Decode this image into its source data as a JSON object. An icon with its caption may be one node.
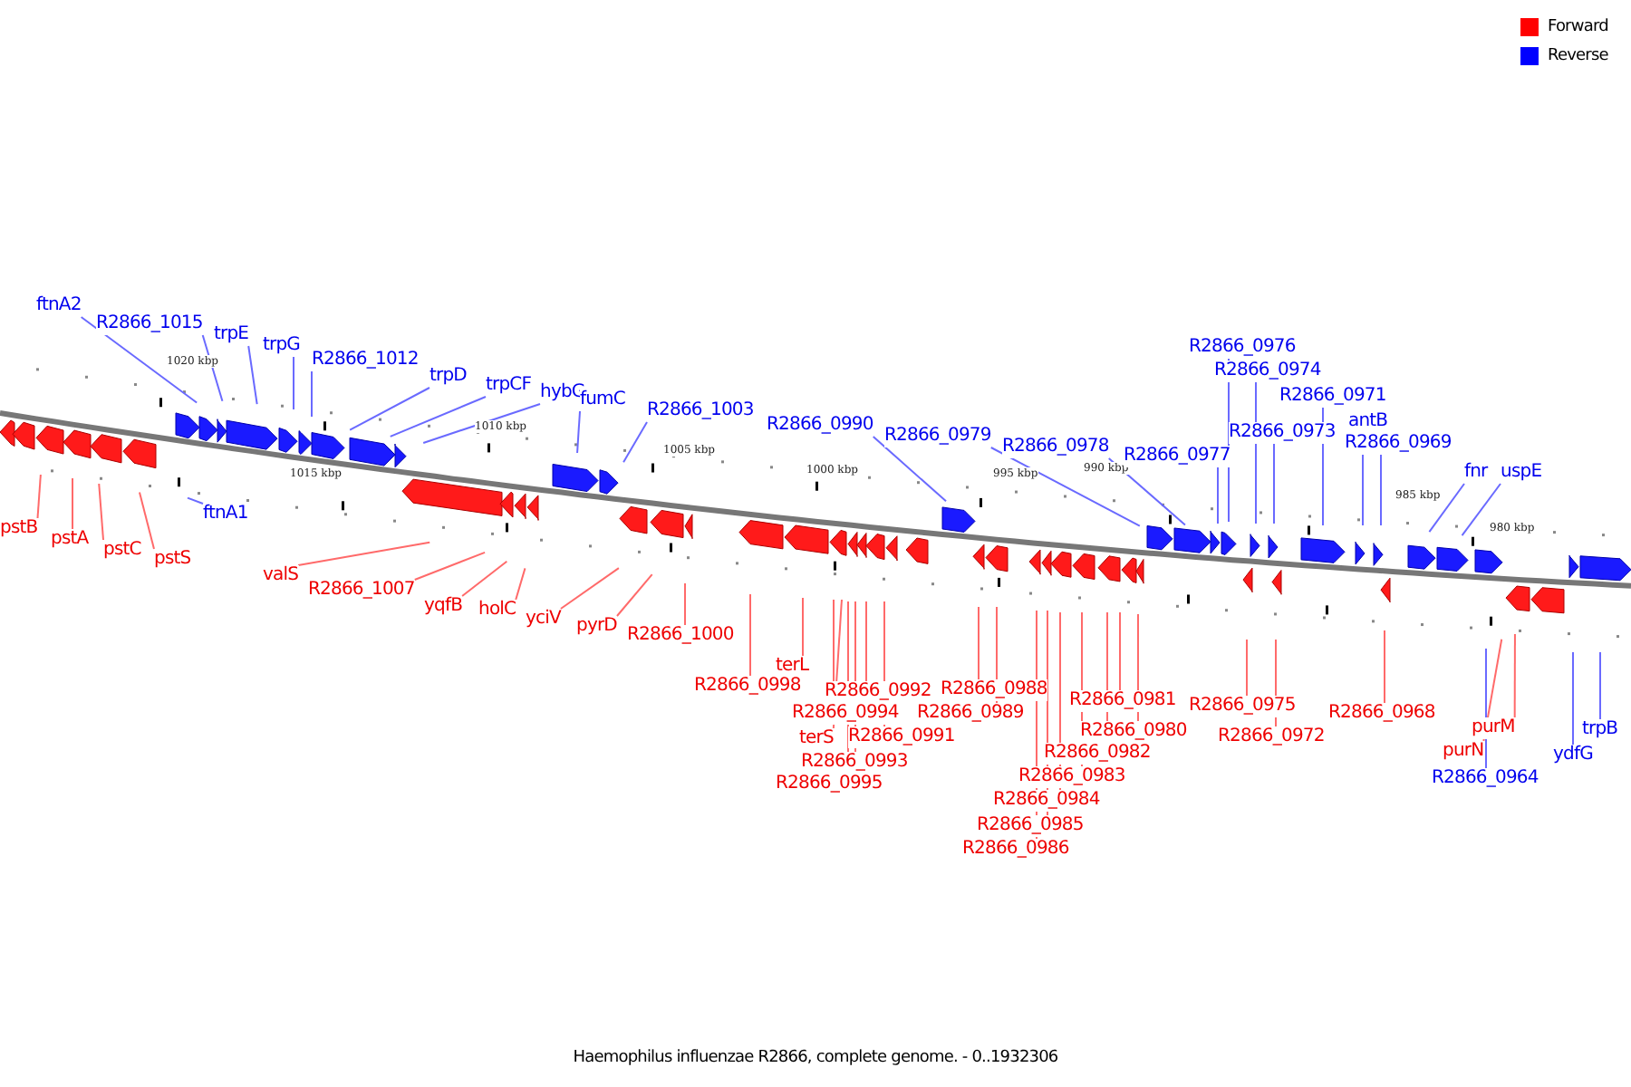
{
  "diagram": {
    "caption": "Haemophilus influenzae R2866, complete genome. - 0..1932306",
    "nodes": [
      {
        "text": [
          "ftnA2"
        ]
      },
      {
        "text": [
          "R2866_1015"
        ]
      },
      {
        "text": [
          "trpE"
        ]
      },
      {
        "text": [
          "trpG"
        ]
      },
      {
        "text": [
          "R2866_1012"
        ]
      },
      {
        "text": [
          "trpD"
        ]
      },
      {
        "text": [
          "trpCF"
        ]
      },
      {
        "text": [
          "hybG"
        ]
      },
      {
        "text": [
          "fumC"
        ]
      },
      {
        "text": [
          "R2866_1003"
        ]
      },
      {
        "text": [
          "R2866_0990"
        ]
      },
      {
        "text": [
          "R2866_0979"
        ]
      },
      {
        "text": [
          "R2866_0978"
        ]
      },
      {
        "text": [
          "R2866_0977"
        ]
      },
      {
        "text": [
          "R2866_0976"
        ]
      },
      {
        "text": [
          "R2866_0974"
        ]
      },
      {
        "text": [
          "R2866_0973"
        ]
      },
      {
        "text": [
          "R2866_0971"
        ]
      },
      {
        "text": [
          "antB"
        ]
      },
      {
        "text": [
          "R2866_0969"
        ]
      },
      {
        "text": [
          "fnr"
        ]
      },
      {
        "text": [
          "uspE"
        ]
      },
      {
        "text": [
          "pstB"
        ]
      },
      {
        "text": [
          "pstA"
        ]
      },
      {
        "text": [
          "pstC"
        ]
      },
      {
        "text": [
          "pstS"
        ]
      },
      {
        "text": [
          "ftnA1"
        ]
      },
      {
        "text": [
          "valS"
        ]
      },
      {
        "text": [
          "R2866_1007"
        ]
      },
      {
        "text": [
          "yqfB"
        ]
      },
      {
        "text": [
          "holC"
        ]
      },
      {
        "text": [
          "yciV"
        ]
      },
      {
        "text": [
          "pyrD"
        ]
      },
      {
        "text": [
          "R2866_1000"
        ]
      },
      {
        "text": [
          "terL"
        ]
      },
      {
        "text": [
          "R2866_0998"
        ]
      },
      {
        "text": [
          "R2866_0992"
        ]
      },
      {
        "text": [
          "R2866_0988"
        ]
      },
      {
        "text": [
          "R2866_0994"
        ]
      },
      {
        "text": [
          "R2866_0989"
        ]
      },
      {
        "text": [
          "R2866_0981"
        ]
      },
      {
        "text": [
          "terS"
        ]
      },
      {
        "text": [
          "R2866_0991"
        ]
      },
      {
        "text": [
          "R2866_0980"
        ]
      },
      {
        "text": [
          "R2866_0993"
        ]
      },
      {
        "text": [
          "R2866_0982"
        ]
      },
      {
        "text": [
          "R2866_0995"
        ]
      },
      {
        "text": [
          "R2866_0983"
        ]
      },
      {
        "text": [
          "R2866_0984"
        ]
      },
      {
        "text": [
          "R2866_0985"
        ]
      },
      {
        "text": [
          "R2866_0986"
        ]
      },
      {
        "text": [
          "R2866_0975"
        ]
      },
      {
        "text": [
          "R2866_0972"
        ]
      },
      {
        "text": [
          "R2866_0968"
        ]
      },
      {
        "text": [
          "purM"
        ]
      },
      {
        "text": [
          "purN"
        ]
      },
      {
        "text": [
          "ydfG"
        ]
      },
      {
        "text": [
          "trpB"
        ]
      },
      {
        "text": [
          "R2866_0964"
        ]
      }
    ],
    "edges": [
      {
        "from": 0,
        "to": null,
        "arrow": "none",
        "color": "#6a6aff"
      },
      {
        "from": 1,
        "to": null,
        "arrow": "none",
        "color": "#6a6aff"
      },
      {
        "from": 2,
        "to": null,
        "arrow": "none",
        "color": "#6a6aff"
      },
      {
        "from": 3,
        "to": null,
        "arrow": "none",
        "color": "#6a6aff"
      },
      {
        "from": 4,
        "to": null,
        "arrow": "none",
        "color": "#6a6aff"
      },
      {
        "from": 5,
        "to": null,
        "arrow": "none",
        "color": "#6a6aff"
      },
      {
        "from": 6,
        "to": null,
        "arrow": "none",
        "color": "#6a6aff"
      },
      {
        "from": 7,
        "to": null,
        "arrow": "none",
        "color": "#6a6aff"
      },
      {
        "from": 8,
        "to": null,
        "arrow": "none",
        "color": "#6a6aff"
      },
      {
        "from": 9,
        "to": null,
        "arrow": "none",
        "color": "#6a6aff"
      },
      {
        "from": 10,
        "to": null,
        "arrow": "none",
        "color": "#6a6aff"
      },
      {
        "from": 11,
        "to": null,
        "arrow": "none",
        "color": "#6a6aff"
      },
      {
        "from": 12,
        "to": null,
        "arrow": "none",
        "color": "#6a6aff"
      },
      {
        "from": 13,
        "to": null,
        "arrow": "none",
        "color": "#6a6aff"
      },
      {
        "from": 14,
        "to": null,
        "arrow": "none",
        "color": "#6a6aff"
      },
      {
        "from": 15,
        "to": null,
        "arrow": "none",
        "color": "#6a6aff"
      },
      {
        "from": 16,
        "to": null,
        "arrow": "none",
        "color": "#6a6aff"
      },
      {
        "from": 17,
        "to": null,
        "arrow": "none",
        "color": "#6a6aff"
      },
      {
        "from": 18,
        "to": null,
        "arrow": "none",
        "color": "#6a6aff"
      },
      {
        "from": 19,
        "to": null,
        "arrow": "none",
        "color": "#6a6aff"
      },
      {
        "from": 20,
        "to": null,
        "arrow": "none",
        "color": "#6a6aff"
      },
      {
        "from": 21,
        "to": null,
        "arrow": "none",
        "color": "#6a6aff"
      },
      {
        "from": 22,
        "to": null,
        "arrow": "none"
      },
      {
        "from": 23,
        "to": null,
        "arrow": "none"
      },
      {
        "from": 24,
        "to": null,
        "arrow": "none"
      },
      {
        "from": 25,
        "to": null,
        "arrow": "none"
      },
      {
        "from": 26,
        "to": null,
        "arrow": "none",
        "color": "#6a6aff"
      },
      {
        "from": 27,
        "to": null,
        "arrow": "none"
      },
      {
        "from": 28,
        "to": null,
        "arrow": "none"
      },
      {
        "from": 29,
        "to": null,
        "arrow": "none"
      },
      {
        "from": 30,
        "to": null,
        "arrow": "none"
      },
      {
        "from": 31,
        "to": null,
        "arrow": "none"
      },
      {
        "from": 32,
        "to": null,
        "arrow": "none"
      },
      {
        "from": 33,
        "to": null,
        "arrow": "none"
      },
      {
        "from": 34,
        "to": null,
        "arrow": "none"
      },
      {
        "from": 35,
        "to": null,
        "arrow": "none"
      },
      {
        "from": 36,
        "to": null,
        "arrow": "none"
      },
      {
        "from": 37,
        "to": null,
        "arrow": "none"
      },
      {
        "from": 38,
        "to": null,
        "arrow": "none"
      },
      {
        "from": 39,
        "to": null,
        "arrow": "none"
      },
      {
        "from": 40,
        "to": null,
        "arrow": "none"
      },
      {
        "from": 41,
        "to": null,
        "arrow": "none"
      },
      {
        "from": 42,
        "to": null,
        "arrow": "none"
      },
      {
        "from": 43,
        "to": null,
        "arrow": "none"
      },
      {
        "from": 44,
        "to": null,
        "arrow": "none"
      },
      {
        "from": 45,
        "to": null,
        "arrow": "none"
      },
      {
        "from": 46,
        "to": null,
        "arrow": "none"
      },
      {
        "from": 47,
        "to": null,
        "arrow": "none"
      },
      {
        "from": 48,
        "to": null,
        "arrow": "none"
      },
      {
        "from": 49,
        "to": null,
        "arrow": "none"
      },
      {
        "from": 50,
        "to": null,
        "arrow": "none"
      },
      {
        "from": 51,
        "to": null,
        "arrow": "none"
      },
      {
        "from": 52,
        "to": null,
        "arrow": "none"
      },
      {
        "from": 53,
        "to": null,
        "arrow": "none"
      },
      {
        "from": 54,
        "to": null,
        "arrow": "none"
      },
      {
        "from": 55,
        "to": null,
        "arrow": "none"
      },
      {
        "from": 56,
        "to": null,
        "arrow": "none",
        "color": "#6a6aff"
      },
      {
        "from": 57,
        "to": null,
        "arrow": "none",
        "color": "#6a6aff"
      },
      {
        "from": 58,
        "to": null,
        "arrow": "none",
        "color": "#6a6aff"
      }
    ],
    "labels": [
      "1020 kbp",
      "1015 kbp",
      "1010 kbp",
      "1005 kbp",
      "1000 kbp",
      "995 kbp",
      "990 kbp",
      "985 kbp",
      "980 kbp"
    ],
    "legend": [
      {
        "text": "Forward",
        "color": "#ff0000"
      },
      {
        "text": "Reverse",
        "color": "#0000ff"
      }
    ]
  }
}
